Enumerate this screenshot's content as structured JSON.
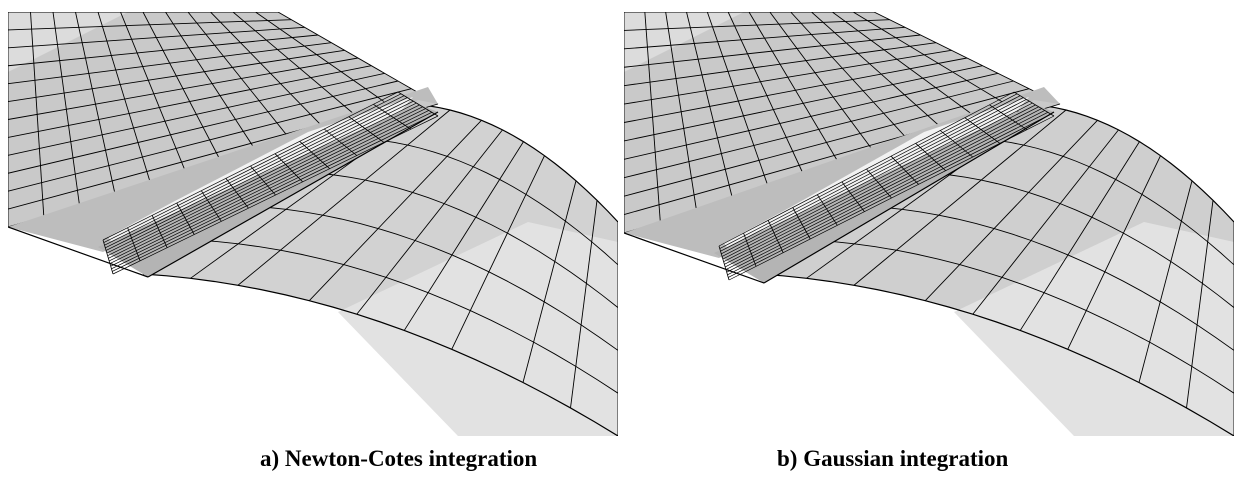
{
  "figure": {
    "panels": [
      {
        "id": "a",
        "caption": "a) Newton-Cotes integration",
        "method": "Newton-Cotes"
      },
      {
        "id": "b",
        "caption": "b) Gaussian integration",
        "method": "Gaussian"
      }
    ],
    "colors": {
      "flat": "#c9c9c9",
      "sheet_dark": "#bdbdbd",
      "sheet_light": "#dcdcdc",
      "bead_top": "#f2f2f2",
      "bead_side": "#b4b4b4",
      "lower_a": "#d2d2d2",
      "lower_b": "#cfcfcf",
      "lower_near": "#e2e2e2",
      "line": "#000000",
      "background": "#ffffff"
    }
  }
}
